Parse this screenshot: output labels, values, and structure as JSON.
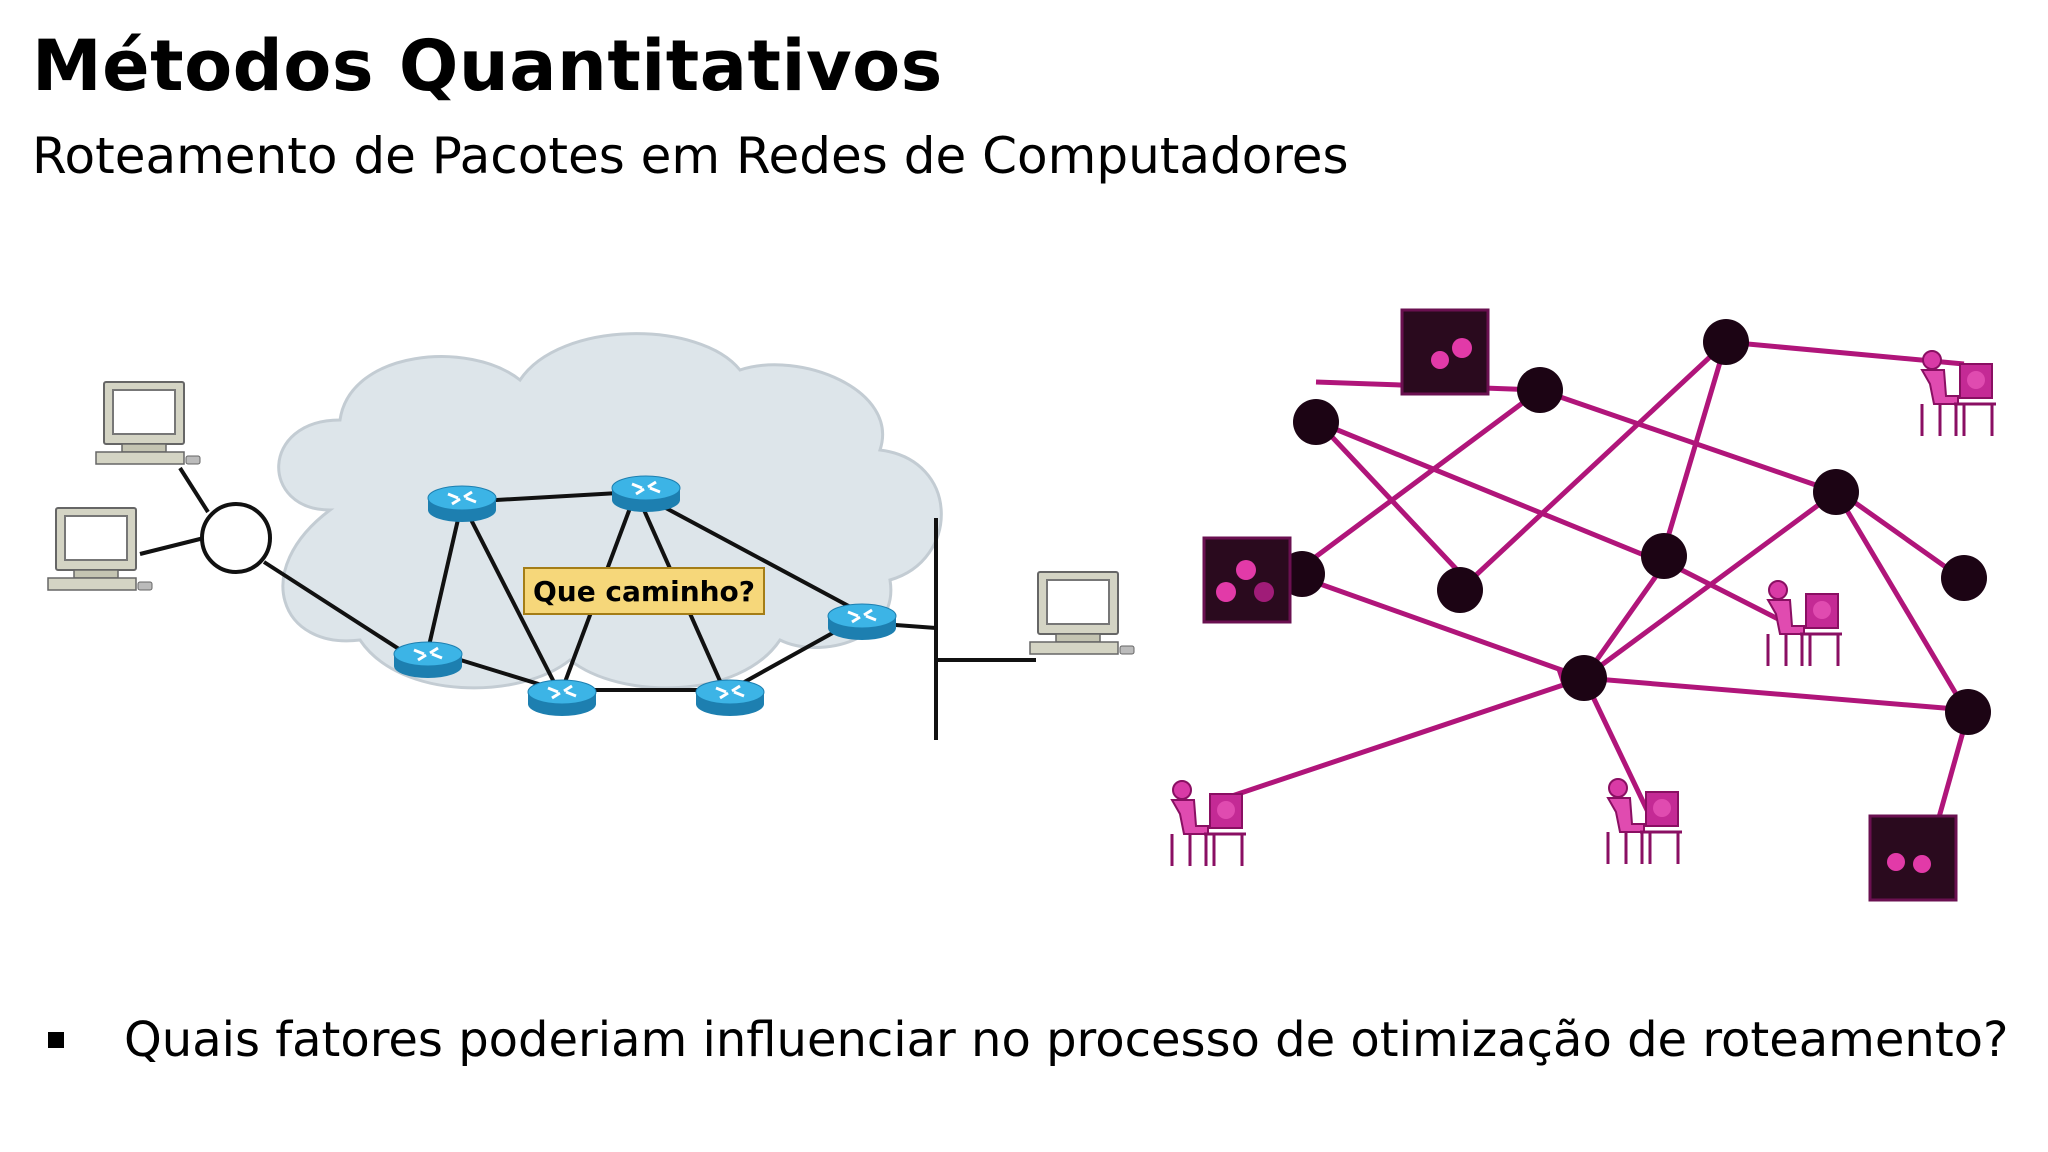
{
  "slide": {
    "title": "Métodos Quantitativos",
    "subtitle": "Roteamento de Pacotes em Redes de Computadores",
    "bullets": [
      "Quais fatores poderiam influenciar no processo de otimização de roteamento?"
    ]
  },
  "left_diagram": {
    "question_label": "Que caminho?",
    "icons": [
      "computer-icon",
      "computer-icon",
      "hub-icon",
      "router-icon",
      "computer-icon"
    ],
    "colors": {
      "cloud": "#dde5ea",
      "router": "#2ba3d6",
      "label_bg": "#f6d77a"
    }
  },
  "right_diagram": {
    "icons": [
      "host-box-icon",
      "person-at-computer-icon",
      "network-node-icon"
    ],
    "colors": {
      "edge": "#b0157a",
      "node": "#1c0414",
      "accent": "#e23aa8"
    }
  }
}
